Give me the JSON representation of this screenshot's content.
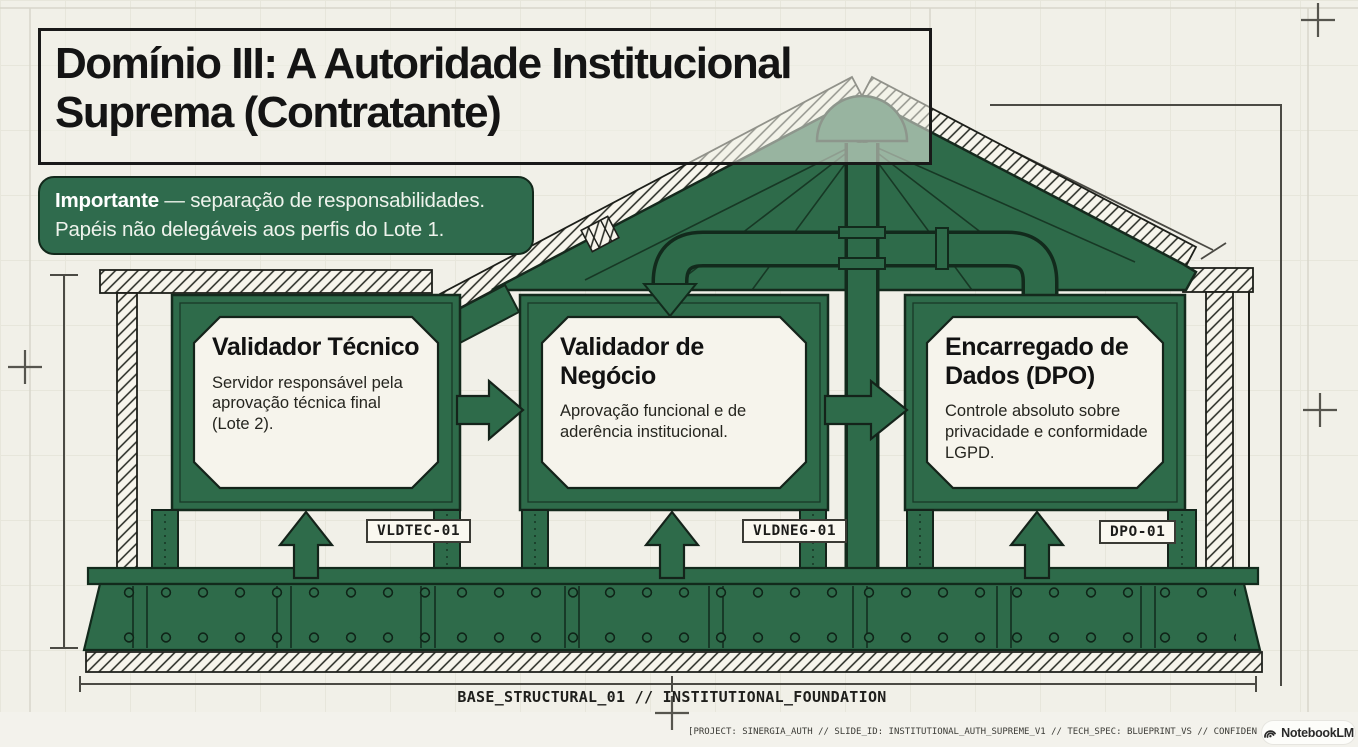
{
  "colors": {
    "background": "#f1f0e8",
    "structure_green": "#2e6b4a",
    "panel_offwhite": "#f6f4ec",
    "ink": "#161616",
    "banner_green": "#2f6b4d"
  },
  "title": {
    "text": "Domínio III: A Autoridade Institucional Suprema (Contratante)"
  },
  "note_banner": {
    "label": "Importante",
    "rest": " — separação de responsabilidades.",
    "line2": "Papéis não delegáveis aos perfis do Lote 1."
  },
  "roles": [
    {
      "title": "Validador Técnico",
      "description": "Servidor responsável pela aprovação técnica final (Lote 2).",
      "tag": "VLDTEC-01"
    },
    {
      "title": "Validador de Negócio",
      "description": "Aprovação funcional e de aderência institucional.",
      "tag": "VLDNEG-01"
    },
    {
      "title": "Encarregado de Dados (DPO)",
      "description": "Controle absoluto sobre privacidade e conformidade LGPD.",
      "tag": "DPO-01"
    }
  ],
  "foundation": {
    "label": "BASE_STRUCTURAL_01 // INSTITUTIONAL_FOUNDATION"
  },
  "footer": {
    "meta": "[PROJECT: SINERGIA_AUTH // SLIDE_ID: INSTITUTIONAL_AUTH_SUPREME_V1 // TECH_SPEC: BLUEPRINT_VS // CONFIDEN",
    "brand": "NotebookLM",
    "brand_icon": "notebooklm-swirl-icon"
  }
}
